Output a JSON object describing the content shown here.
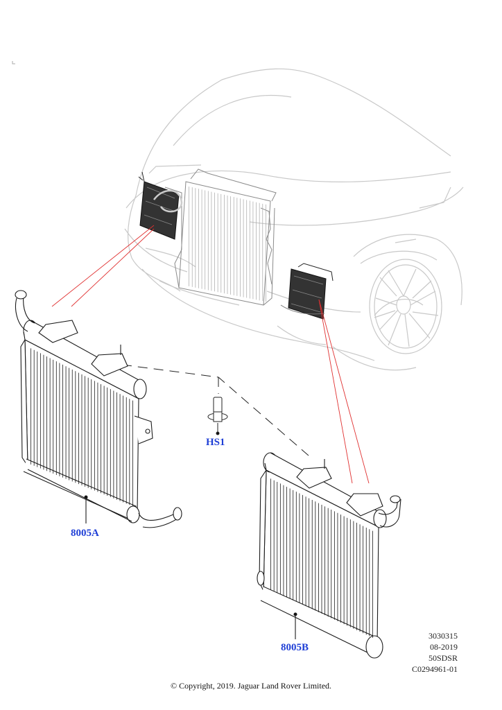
{
  "callouts": {
    "hs1": "HS1",
    "part_a": "8005A",
    "part_b": "8005B"
  },
  "drawing_info": {
    "number": "3030315",
    "date": "08-2019",
    "model_code": "50SDSR",
    "illustration_id": "C0294961-01"
  },
  "copyright": "© Copyright, 2019. Jaguar Land Rover Limited.",
  "colors": {
    "callout_text": "#1f3fd6",
    "leader_red": "#e03030",
    "vehicle_line": "#c8c8c8",
    "part_line": "#1a1a1a"
  }
}
